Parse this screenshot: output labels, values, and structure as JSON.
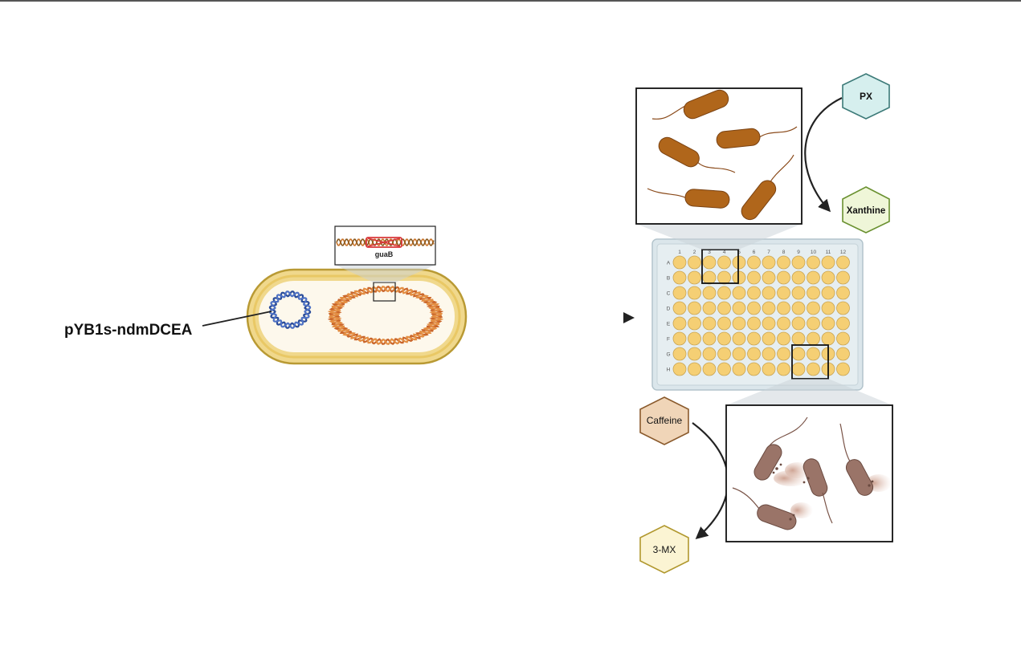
{
  "plasmid_label": "pYB1s-ndmDCEA",
  "gene_label": "guaB",
  "substrates": {
    "px": "PX",
    "xanthine": "Xanthine",
    "caffeine": "Caffeine",
    "mx3": "3-MX"
  },
  "plate": {
    "columns": [
      "1",
      "2",
      "3",
      "4",
      "5",
      "6",
      "7",
      "8",
      "9",
      "10",
      "11",
      "12"
    ],
    "rows": [
      "A",
      "B",
      "C",
      "D",
      "E",
      "F",
      "G",
      "H"
    ]
  },
  "colors": {
    "cell_wall": "#d8b84e",
    "cytoplasm": "#fdf8ec",
    "plasmid": "#2a4c9a",
    "chromosome": "#d2742c",
    "well": "#f5cf74",
    "plate": "#dce7ec",
    "healthy_bacteria": "#b0661b",
    "lysed_bacteria": "#9a7468",
    "px_fill": "#d6efee",
    "px_stroke": "#3c7a78",
    "xanthine_fill": "#eff6d8",
    "xanthine_stroke": "#6a9130",
    "caffeine_fill": "#f0d5b8",
    "caffeine_stroke": "#8a5a2c",
    "mx3_fill": "#fbf4d3",
    "mx3_stroke": "#b1982e"
  }
}
